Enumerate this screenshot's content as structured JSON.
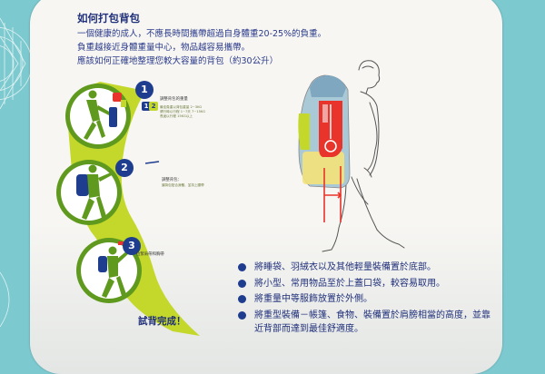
{
  "title": "如何打包背包",
  "intro": [
    "一個健康的成人，不應長時間攜帶超過自身體重20-25%的負重。",
    "負重越接近身體重量中心，物品越容易攜帶。",
    "應該如何正確地整理您較大容量的背包（約30公升）"
  ],
  "steps": {
    "step1": {
      "number": "1",
      "sub_numbers": [
        "1",
        "2"
      ],
      "title": "調整背包的重量",
      "info": [
        "最佳負重以背包重量 2~3KG",
        "健行時以行程 1~7天 7~15KG",
        "長途以行程 15KG以上"
      ]
    },
    "step2": {
      "number": "2",
      "title": "調整背包：",
      "info": [
        "讓背包貼合身體，並扣上腰帶"
      ]
    },
    "step3": {
      "number": "3",
      "title": "拉緊肩帶和胸帶"
    },
    "done": "試背完成！"
  },
  "tips": [
    "將睡袋、羽絨衣以及其他輕量裝備置於底部。",
    "將小型、常用物品至於上蓋口袋，較容易取用。",
    "將重量中等服飾放置於外側。",
    "將重型裝備－帳篷、食物、裝備置於肩膀相當的高度，並靠近背部而達到最佳舒適度。"
  ],
  "colors": {
    "wall": "#7cc9cf",
    "card": "#f7f6f3",
    "text_blue": "#1f2f7a",
    "lime": "#c3d82a",
    "dark_green": "#5f9a1e",
    "badge_blue": "#1f3d8f",
    "accent_red": "#e8342a"
  }
}
